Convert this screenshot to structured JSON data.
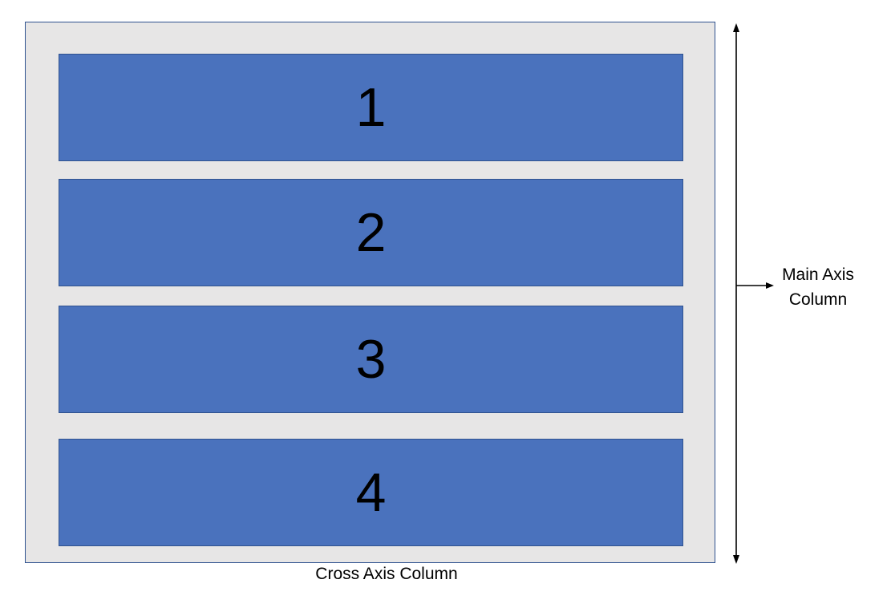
{
  "colors": {
    "container_fill": "#e7e6e6",
    "container_border": "#2f528f",
    "item_fill": "#4a72bd",
    "item_border": "#2f528f",
    "arrow": "#000000",
    "text": "#000000"
  },
  "items": [
    {
      "label": "1"
    },
    {
      "label": "2"
    },
    {
      "label": "3"
    },
    {
      "label": "4"
    }
  ],
  "main_axis": {
    "line1": "Main Axis",
    "line2": "Column"
  },
  "cross_axis": {
    "label": "Cross Axis Column"
  }
}
